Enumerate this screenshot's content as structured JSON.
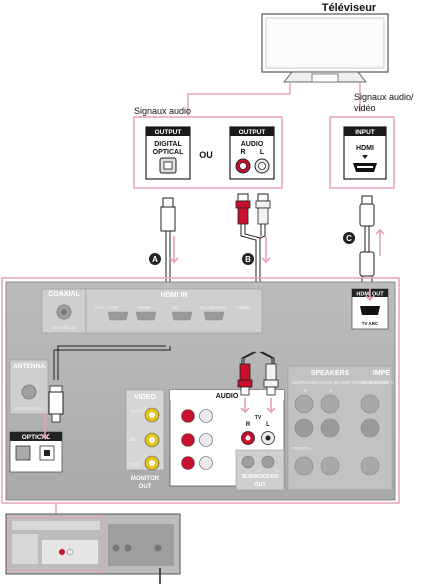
{
  "tv": {
    "title": "Téléviseur"
  },
  "labels": {
    "audio_signals": "Signaux audio",
    "audio_video_signals_line1": "Signaux audio/",
    "audio_video_signals_line2": "vidéo",
    "or": "OU"
  },
  "tv_ports": {
    "output_digital": {
      "header": "OUTPUT",
      "line1": "DIGITAL",
      "line2": "OPTICAL"
    },
    "output_audio": {
      "header": "OUTPUT",
      "title": "AUDIO",
      "r": "R",
      "l": "L"
    },
    "input_hdmi": {
      "header": "INPUT",
      "title": "HDMI"
    }
  },
  "cables": {
    "a": "A",
    "b": "B",
    "c": "C"
  },
  "receiver": {
    "coaxial": "COAXIAL",
    "sa_cd_cd": "SA-CD/CD",
    "hdmi_in": "HDMI IN",
    "hdmi_sat": "SAT/ CATV",
    "hdmi_game": "GAME",
    "hdmi_bd": "BD",
    "hdmi_dvd": "SA-CD/ DVD",
    "hdmi_video": "VIDEO",
    "hdmi_out": "HDMI OUT",
    "tv_arc": "TV ARC",
    "antenna": "ANTENNA",
    "fm_coaxial": "FM COAXIAL",
    "optical": "OPTICAL",
    "video": "VIDEO",
    "video_sat": "SAT/ CATV",
    "video_bd": "BD",
    "video_dvd": "DVD",
    "monitor": "MONITOR",
    "monitor_out": "OUT",
    "audio": "AUDIO",
    "audio_tv": "TV",
    "audio_r": "R",
    "audio_l": "L",
    "subwoofer": "SUBWOOFER",
    "subwoofer_out": "OUT",
    "speakers": "SPEAKERS",
    "impedance": "IMPE",
    "surround": "SURROUND BACK/ BI-AMP/ FRONT B/ FRONT H",
    "front_a": "FRONT A",
    "surround2": "SURROUND",
    "speaker_r": "R",
    "speaker_l": "L"
  }
}
